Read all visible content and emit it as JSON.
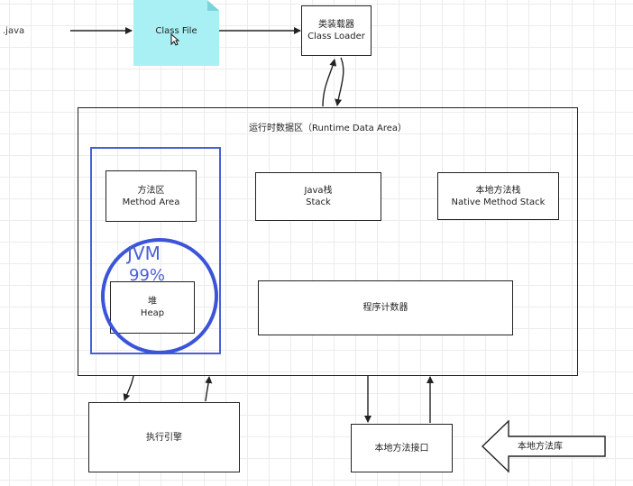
{
  "source_label": ".java",
  "class_file": "Class File",
  "class_loader": {
    "zh": "类装载器",
    "en": "Class Loader"
  },
  "runtime_area": {
    "title": "运行时数据区（Runtime Data Area）"
  },
  "method_area": {
    "zh": "方法区",
    "en": "Method Area"
  },
  "java_stack": {
    "zh": "Java栈",
    "en": "Stack"
  },
  "native_stack": {
    "zh": "本地方法栈",
    "en": "Native Method Stack"
  },
  "heap": {
    "zh": "堆",
    "en": "Heap"
  },
  "pc_register": "程序计数器",
  "annotation": {
    "line1": "JVM",
    "line2": "99%"
  },
  "engine": "执行引擎",
  "native_interface": "本地方法接口",
  "native_library": "本地方法库",
  "colors": {
    "class_file_bg": "#a8f0f4",
    "highlight_blue": "#4a5fd6",
    "line": "#222222"
  }
}
